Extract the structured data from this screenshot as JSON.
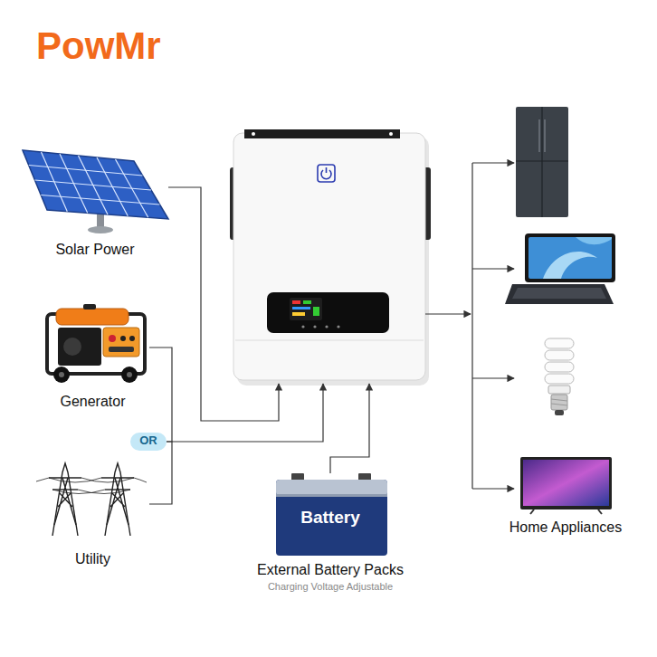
{
  "diagram": {
    "nodes": [
      {
        "text": [
          "Solar Power"
        ]
      },
      {
        "text": [
          "Generator"
        ]
      },
      {
        "text": [
          "OR"
        ]
      },
      {
        "text": [
          "Utility"
        ]
      },
      {
        "text": [
          "Battery",
          "External Battery Packs",
          "Charging Voltage Adjustable"
        ]
      },
      {
        "text": [
          "Home Appliances"
        ]
      }
    ],
    "edges": [
      {
        "from": 1,
        "to": 2,
        "arrow": "none"
      },
      {
        "from": 3,
        "to": 2,
        "arrow": "none"
      }
    ],
    "labels": [
      "PowMr"
    ]
  }
}
